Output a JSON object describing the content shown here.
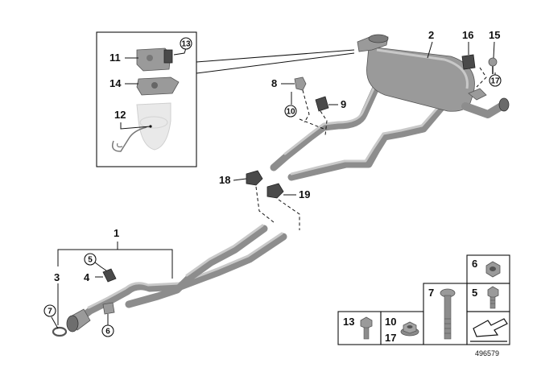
{
  "diagram": {
    "diagram_number": "496579",
    "callouts": {
      "c1": "1",
      "c2": "2",
      "c3": "3",
      "c4": "4",
      "c5": "5",
      "c6": "6",
      "c7": "7",
      "c8": "8",
      "c9": "9",
      "c10": "10",
      "c11": "11",
      "c12": "12",
      "c13": "13",
      "c14": "14",
      "c15": "15",
      "c16": "16",
      "c17": "17",
      "c18": "18",
      "c19": "19"
    },
    "legend": {
      "l6": "6",
      "l5": "5",
      "l7": "7",
      "l13": "13",
      "l10": "10",
      "l17": "17"
    }
  }
}
